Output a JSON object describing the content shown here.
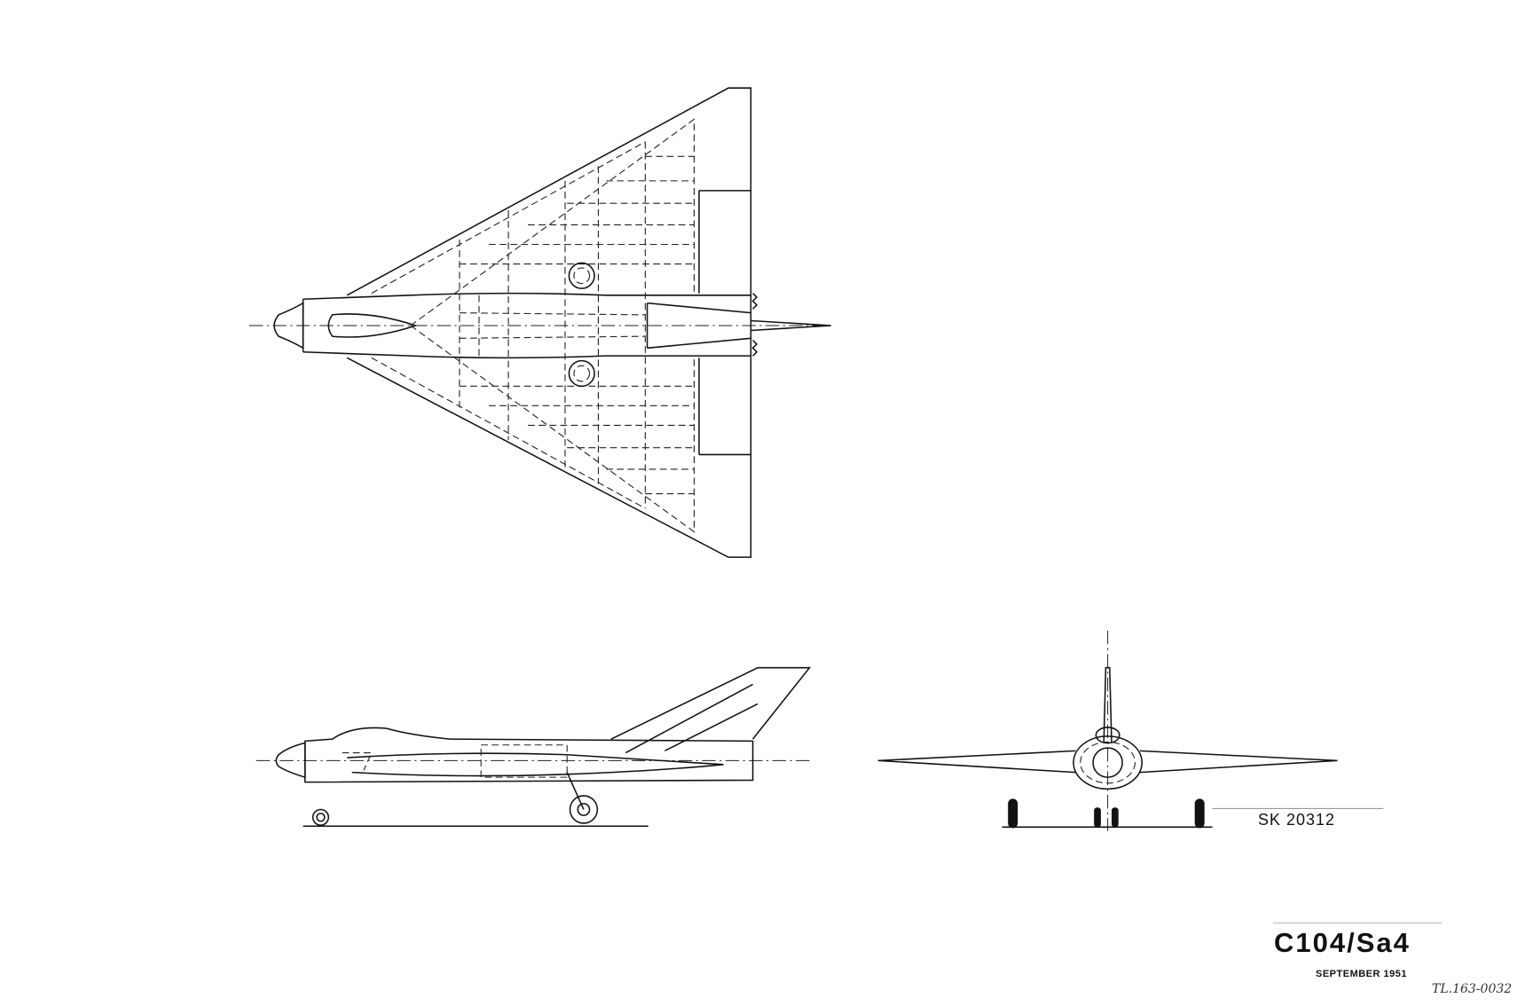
{
  "drawing": {
    "sheet_number": "SK 20312",
    "title": "C104/Sa4",
    "date": "SEPTEMBER 1951",
    "reference": "TL.163-0032",
    "views": [
      "plan-view",
      "side-view",
      "front-view"
    ]
  }
}
